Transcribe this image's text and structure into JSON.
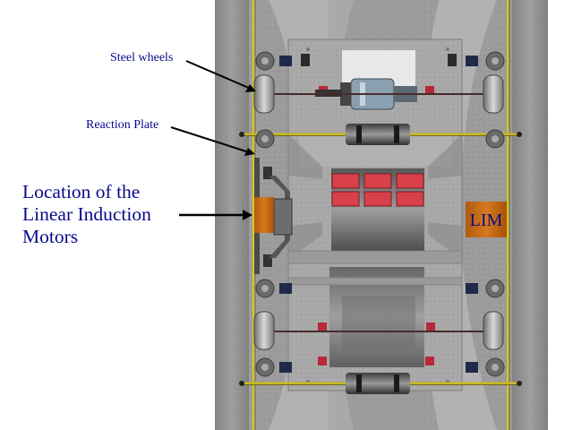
{
  "labels": {
    "steel_wheels": "Steel wheels",
    "reaction_plate": "Reaction Plate",
    "lim_location": [
      "Location of the",
      "Linear Induction",
      "Motors"
    ],
    "lim_box": "LIM"
  },
  "colors": {
    "label_text": "#0a0a8c",
    "rail_yellow": "#d8c81a",
    "lim_orange": "#c8620a",
    "magnet_red": "#d8404a",
    "concrete": "#9a9a9a",
    "frame": "#a9a9a9"
  }
}
